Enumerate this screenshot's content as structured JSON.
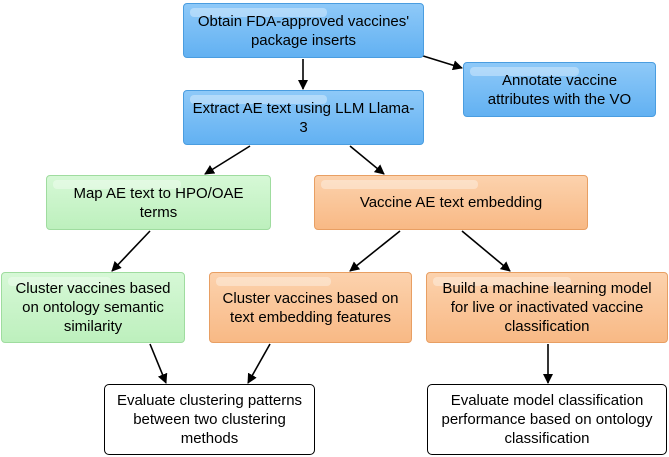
{
  "colors": {
    "blue": "#62b1f2",
    "green": "#bdf0bd",
    "orange": "#f8b985",
    "white": "#ffffff",
    "arrow": "#000000"
  },
  "nodes": {
    "obtain": "Obtain FDA-approved vaccines' package inserts",
    "annotate": "Annotate vaccine attributes with the VO",
    "extract": "Extract AE text using LLM Llama-3",
    "map": "Map AE text to HPO/OAE terms",
    "embed": "Vaccine AE text embedding",
    "cluster_onto": "Cluster vaccines based on ontology semantic similarity",
    "cluster_text": "Cluster vaccines based on text embedding features",
    "build": "Build a machine learning model for live or inactivated vaccine classification",
    "eval_cluster": "Evaluate clustering patterns between two clustering methods",
    "eval_model": "Evaluate model classification performance based on ontology classification"
  }
}
